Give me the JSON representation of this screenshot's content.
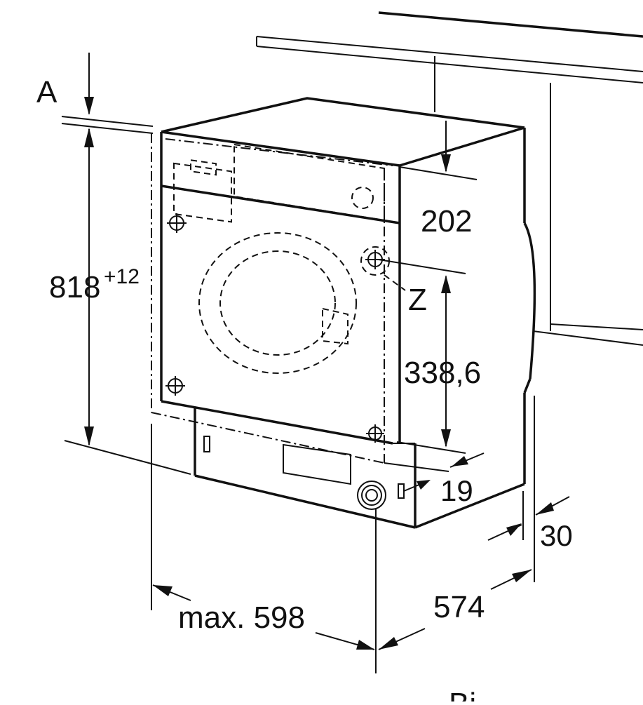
{
  "diagram": {
    "label_a": "A",
    "height_value": "818",
    "height_tolerance": "+12",
    "depth_top": "202",
    "label_z": "Z",
    "hinge_offset": "338,6",
    "plinth_setback": "19",
    "rear_gap": "30",
    "max_width": "max. 598",
    "depth": "574",
    "caption_partial": "Bi"
  },
  "colors": {
    "line": "#111111",
    "background": "#ffffff"
  }
}
